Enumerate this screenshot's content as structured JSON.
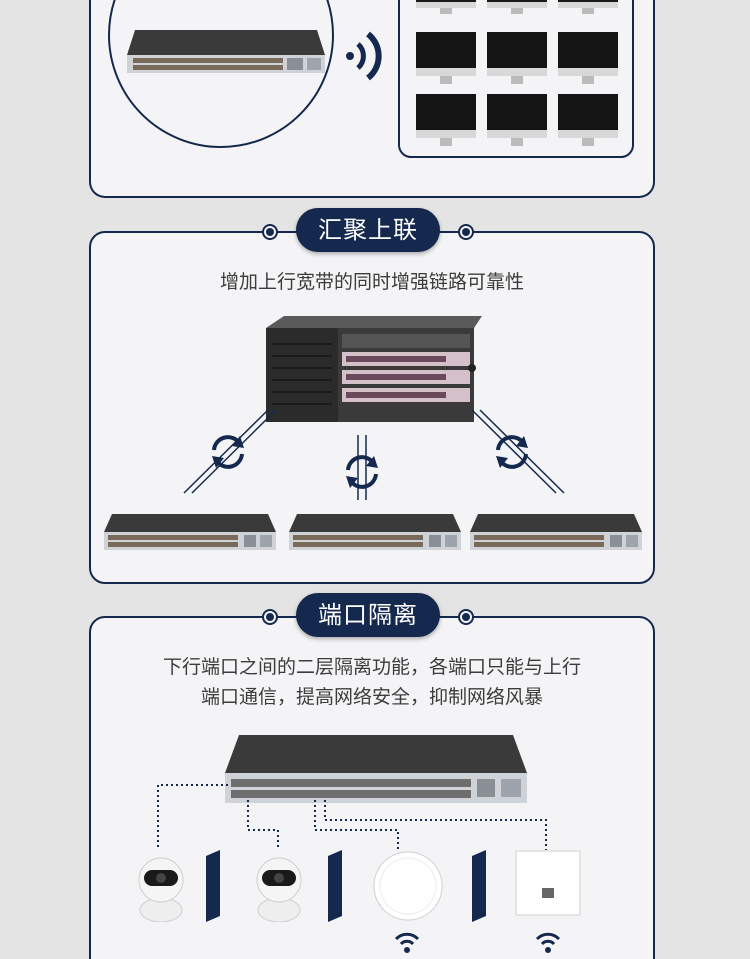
{
  "sections": {
    "aggregation": {
      "title": "汇聚上联",
      "description": "增加上行宽带的同时增强链路可靠性"
    },
    "isolation": {
      "title": "端口隔离",
      "description_line1": "下行端口之间的二层隔离功能，各端口只能与上行",
      "description_line2": "端口通信，提高网络安全，抑制网络风暴"
    }
  },
  "icons": {
    "wifi": "wifi-signal-icon",
    "sync": "sync-arrows-icon"
  },
  "colors": {
    "navy": "#14294d",
    "background": "#e4e4e4",
    "panel": "#f4f4f6",
    "text": "#3c3c3c"
  }
}
